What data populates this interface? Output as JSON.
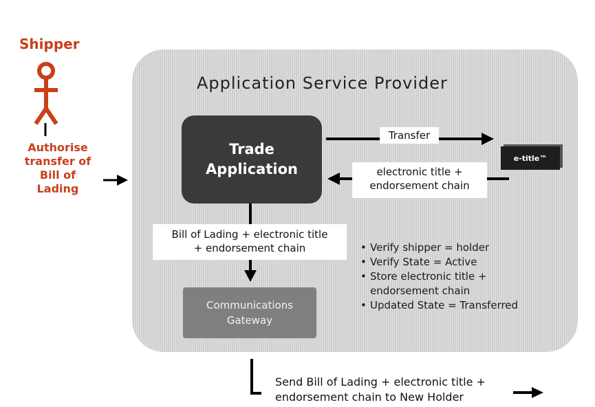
{
  "shipper": {
    "title": "Shipper",
    "action_lines": [
      "Authorise",
      "transfer of",
      "Bill of",
      "Lading"
    ]
  },
  "provider": {
    "title": "Application Service Provider"
  },
  "trade_application": {
    "lines": [
      "Trade",
      "Application"
    ]
  },
  "transfer_label": "Transfer",
  "etitle_return_lines": [
    "electronic title +",
    "endorsement chain"
  ],
  "etitle_block": "e-title™",
  "bol_label_lines": [
    "Bill of Lading + electronic title",
    "+ endorsement chain"
  ],
  "comms_gateway_lines": [
    "Communications",
    "Gateway"
  ],
  "checklist": [
    "Verify shipper = holder",
    "Verify State = Active",
    "Store electronic title +",
    "endorsement chain",
    "Updated State = Transferred"
  ],
  "send_lines": [
    "Send Bill of Lading + electronic title +",
    "endorsement chain to New Holder"
  ],
  "colors": {
    "shipper": "#c8401a",
    "container": "#cfcfcf",
    "trade_box": "#3a3a3a",
    "comms_box": "#7f7f7f"
  }
}
